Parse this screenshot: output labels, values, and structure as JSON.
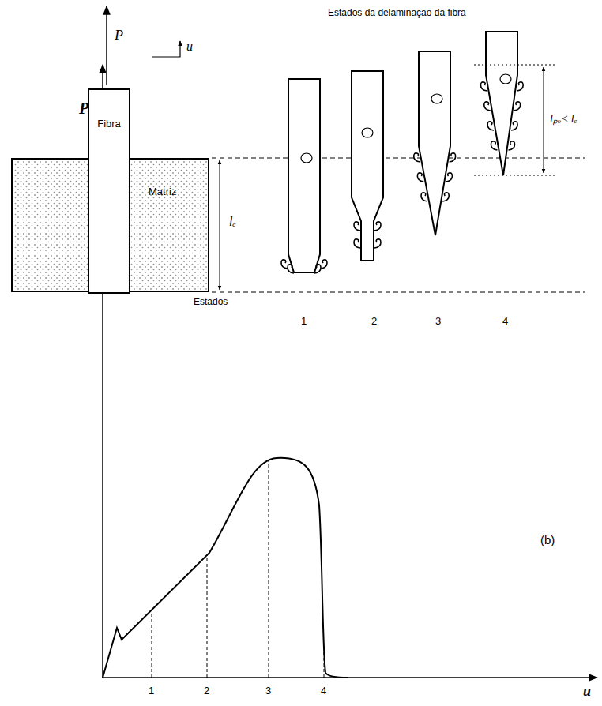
{
  "diagram": {
    "nodes": [
      {
        "text": [
          "Matriz"
        ]
      },
      {
        "text": [
          "Fibra"
        ],
        "in": 0
      }
    ],
    "labels": [
      "Estados da delaminação da fibra",
      "P",
      "u",
      "lₑ",
      "Estados",
      "1",
      "2",
      "3",
      "4",
      "lₚₒ< lₑ",
      "P",
      "u",
      "(b)",
      "1",
      "2",
      "3",
      "4"
    ]
  }
}
